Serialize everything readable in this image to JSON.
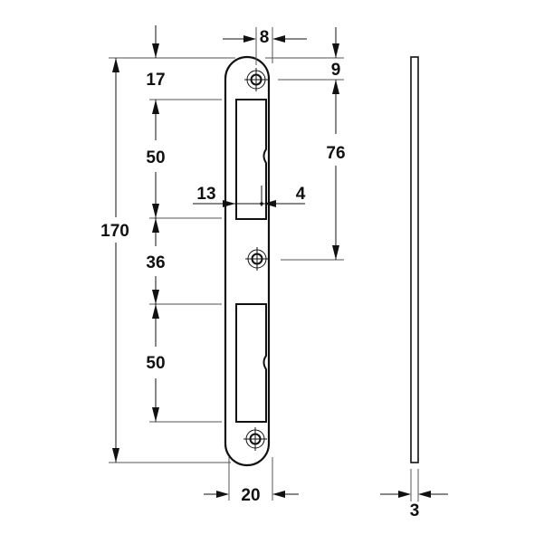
{
  "drawing": {
    "title": "Strike plate dimension drawing",
    "units": "mm",
    "colors": {
      "line": "#111111",
      "extension": "#555555",
      "background": "#ffffff"
    },
    "dimensions": {
      "overall_height": "170",
      "top_to_first_cutout": "17",
      "upper_cutout_height": "50",
      "between_cutouts": "36",
      "lower_cutout_height": "50",
      "hole_offset_top": "9",
      "hole_spacing": "76",
      "hole_center_offset": "8",
      "cutout_width": "13",
      "notch_depth": "4",
      "plate_width": "20",
      "plate_thickness": "3"
    },
    "views": [
      {
        "name": "front-view",
        "label": ""
      },
      {
        "name": "side-view",
        "label": ""
      }
    ]
  }
}
